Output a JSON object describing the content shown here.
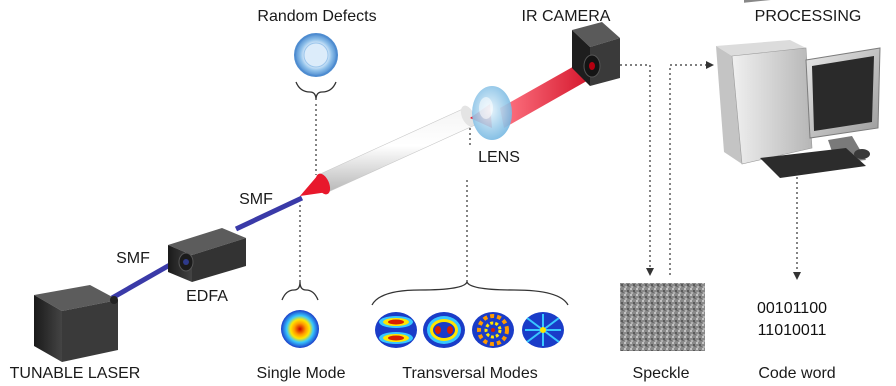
{
  "labels": {
    "random_defects": "Random Defects",
    "ir_camera": "IR CAMERA",
    "processing": "PROCESSING",
    "lens": "LENS",
    "smf_upper": "SMF",
    "smf_lower": "SMF",
    "edfa": "EDFA",
    "tunable_laser": "TUNABLE LASER",
    "single_mode": "Single Mode",
    "transversal_modes": "Transversal Modes",
    "speckle": "Speckle",
    "code_word": "Code word"
  },
  "code_word_bits": [
    "00101100",
    "11010011"
  ],
  "colors": {
    "fiber": "#3a3aa8",
    "beam": "#e8182c",
    "lens": "#9fd0ee",
    "device_body": "#2a2a2a",
    "dotted_line": "#333333",
    "defect_ring": "#6aa6dc"
  },
  "icons": [
    "computer-icon",
    "camera-icon",
    "laser-icon",
    "edfa-icon",
    "lens-icon",
    "defect-icon",
    "speckle-image",
    "mode-pattern-icon"
  ]
}
